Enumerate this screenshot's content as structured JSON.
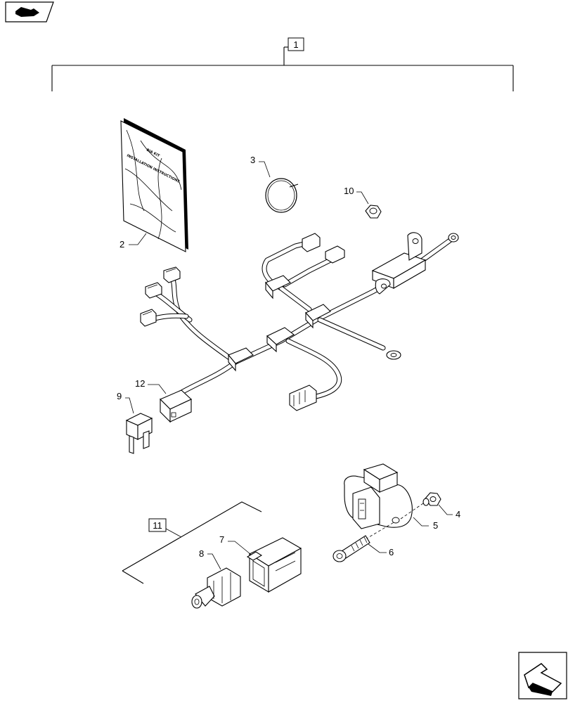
{
  "callouts": {
    "c1": "1",
    "c2": "2",
    "c3": "3",
    "c4": "4",
    "c5": "5",
    "c6": "6",
    "c7": "7",
    "c8": "8",
    "c9": "9",
    "c10": "10",
    "c11": "11",
    "c12": "12"
  },
  "booklet": {
    "line1": "BIA KIT",
    "line2": "INSTALLATION INSTRUCTIONS"
  },
  "icons": {
    "top_left": "previous-page-icon",
    "bottom_right": "next-page-icon"
  }
}
